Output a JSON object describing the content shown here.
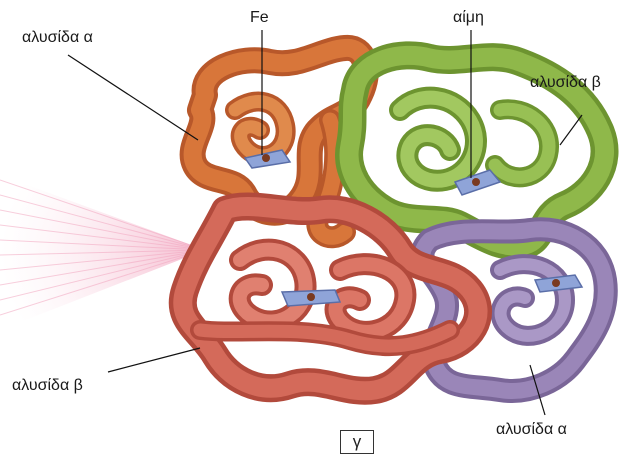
{
  "labels": {
    "alpha_top_left": "αλυσίδα α",
    "fe": "Fe",
    "heme": "αίμη",
    "beta_top_right": "αλυσίδα β",
    "beta_bottom_left": "αλυσίδα β",
    "alpha_bottom_right": "αλυσίδα α",
    "panel_letter": "γ"
  },
  "colors": {
    "alpha_orange": "#d8763a",
    "beta_green": "#8fb84a",
    "beta_red": "#d46a5a",
    "alpha_purple": "#9a86b8",
    "heme_blue": "#8fa4d8",
    "ray_pink": "#f2a7c0"
  }
}
